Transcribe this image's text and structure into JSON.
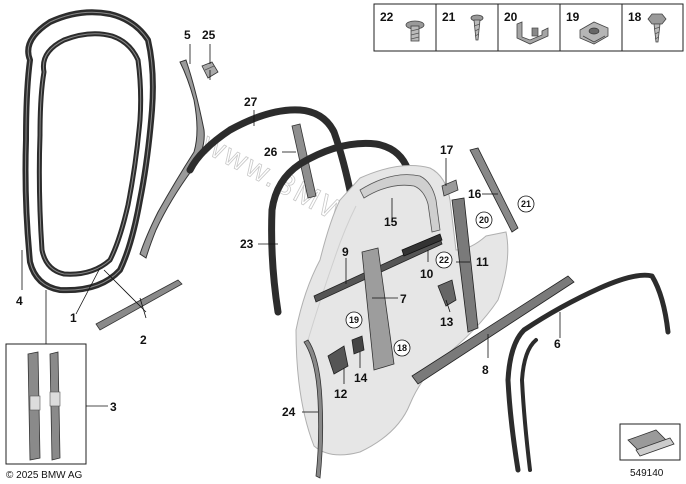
{
  "header_parts": [
    {
      "number": "22",
      "icon": "screw-flange-icon"
    },
    {
      "number": "21",
      "icon": "screw-tapping-icon"
    },
    {
      "number": "20",
      "icon": "bracket-clip-icon"
    },
    {
      "number": "19",
      "icon": "clip-nut-icon"
    },
    {
      "number": "18",
      "icon": "screw-hex-icon"
    }
  ],
  "callouts": {
    "c1": "1",
    "c2": "2",
    "c3": "3",
    "c4": "4",
    "c5": "5",
    "c6": "6",
    "c7": "7",
    "c8": "8",
    "c9": "9",
    "c10": "10",
    "c11": "11",
    "c12": "12",
    "c13": "13",
    "c14": "14",
    "c15": "15",
    "c16": "16",
    "c17": "17",
    "c23": "23",
    "c24": "24",
    "c25": "25",
    "c26": "26",
    "c27": "27"
  },
  "circled_callouts": {
    "r18": "18",
    "r19": "19",
    "r20": "20",
    "r21": "21",
    "r22": "22"
  },
  "watermark": "www.3MWstore.pl",
  "footer": {
    "copyright": "© 2025 BMW AG",
    "diagram_number": "549140"
  },
  "colors": {
    "seal_dark": "#2c2c2c",
    "door_fill": "#e6e6e6",
    "trim_fill": "#bfbfbf"
  }
}
